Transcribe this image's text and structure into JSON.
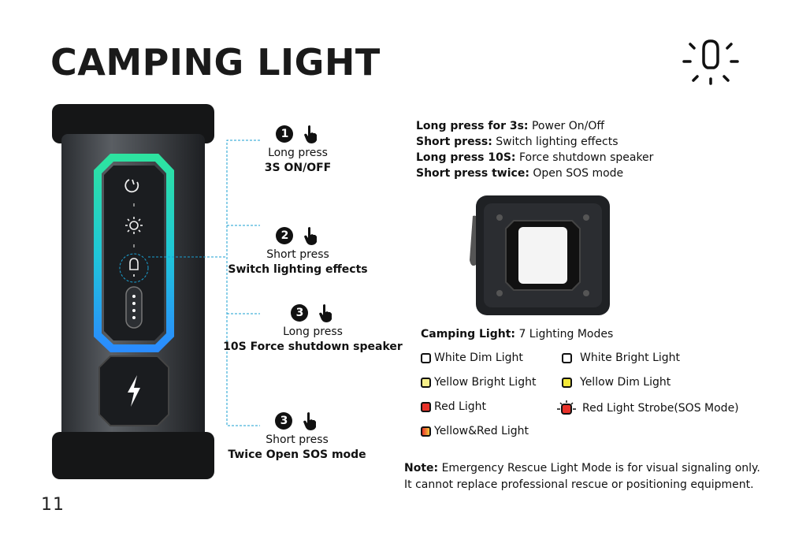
{
  "title": "CAMPING LIGHT",
  "steps": [
    {
      "number": "1",
      "line1": "Long press",
      "line2": "3S  ON/OFF"
    },
    {
      "number": "2",
      "line1": "Short press",
      "line2": "Switch lighting effects"
    },
    {
      "number": "3",
      "line1": "Long press",
      "line2": "10S  Force shutdown speaker"
    },
    {
      "number": "3",
      "line1": "Short press",
      "line2": "Twice  Open SOS mode"
    }
  ],
  "instructions": [
    {
      "label": "Long press for 3s:",
      "text": " Power On/Off"
    },
    {
      "label": "Short press:",
      "text": " Switch lighting effects"
    },
    {
      "label": "Long press 10S:",
      "text": " Force shutdown speaker"
    },
    {
      "label": "Short press twice:",
      "text": " Open SOS mode"
    }
  ],
  "modes_header": {
    "label": "Camping Light:",
    "text": " 7 Lighting Modes"
  },
  "modes": [
    {
      "name": "White Dim Light",
      "color": "#ffffff"
    },
    {
      "name": "White Bright Light",
      "color": "#ffffff"
    },
    {
      "name": "Yellow Bright Light",
      "color": "#f7f08a"
    },
    {
      "name": "Yellow Dim Light",
      "color": "#f5ea3a"
    },
    {
      "name": "Red Light",
      "color": "#e8322a"
    },
    {
      "name": "Red Light Strobe(SOS Mode)",
      "color": "#e8322a"
    },
    {
      "name": "Yellow&Red Light",
      "color": "#f08a1c"
    }
  ],
  "note": {
    "label": "Note:",
    "line1": " Emergency Rescue Light Mode is for visual signaling only.",
    "line2": "It cannot replace professional rescue or positioning equipment."
  },
  "page_number": "11",
  "colors": {
    "accent_cyan": "#1a9fd0",
    "glow_green": "#2de3a0",
    "glow_blue": "#2a8cff"
  },
  "icons": [
    "timer-power-icon",
    "sun-icon",
    "bulb-icon",
    "dots-button-icon",
    "lightning-icon",
    "hand-pointer-icon"
  ]
}
